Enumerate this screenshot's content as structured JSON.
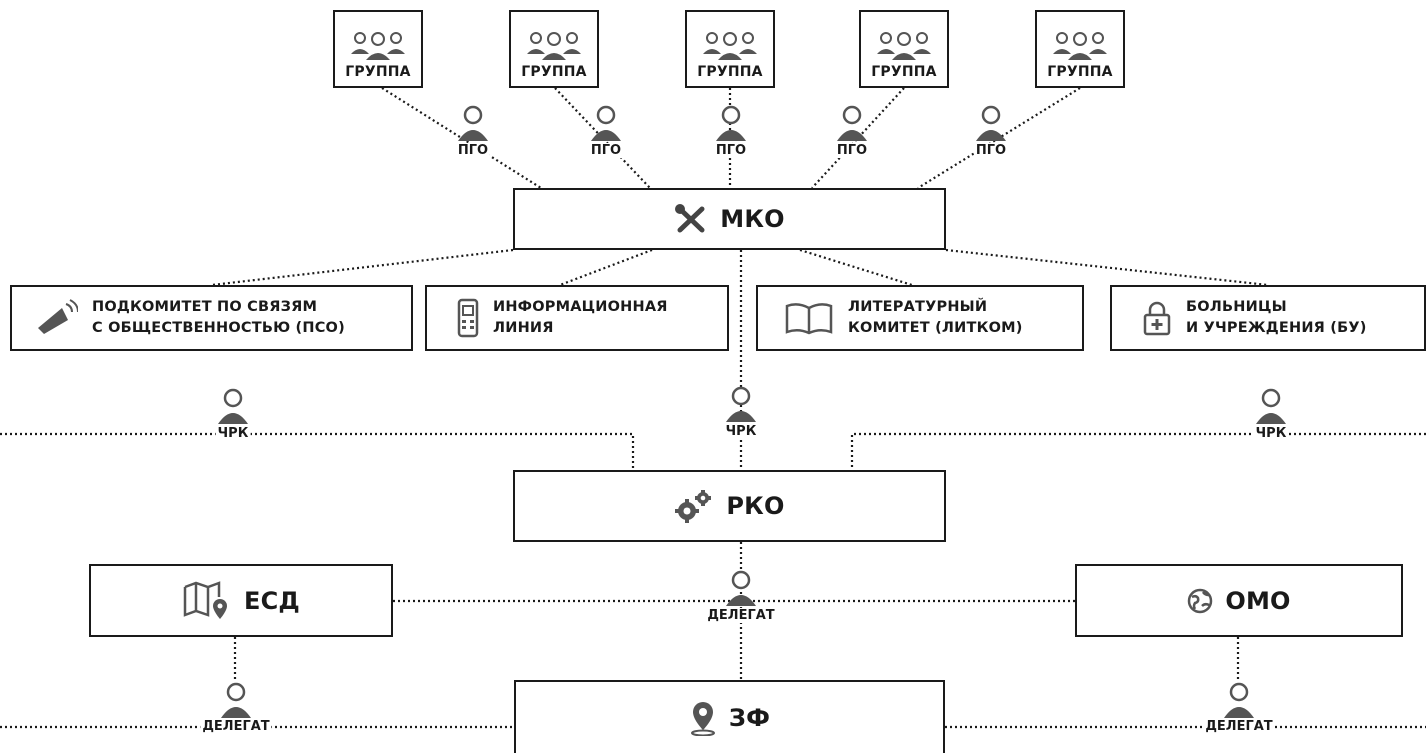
{
  "groups": [
    {
      "label": "ГРУППА",
      "icon": "group-icon"
    },
    {
      "label": "ГРУППА",
      "icon": "group-icon"
    },
    {
      "label": "ГРУППА",
      "icon": "group-icon"
    },
    {
      "label": "ГРУППА",
      "icon": "group-icon"
    },
    {
      "label": "ГРУППА",
      "icon": "group-icon"
    }
  ],
  "pgo": [
    "ПГО",
    "ПГО",
    "ПГО",
    "ПГО",
    "ПГО"
  ],
  "mko": {
    "label": "МКО",
    "icon": "tools-icon"
  },
  "subcommittees": [
    {
      "line1": "ПОДКОМИТЕТ ПО СВЯЗЯМ",
      "line2": "С ОБЩЕСТВЕННОСТЬЮ (ПСО)",
      "icon": "megaphone-icon"
    },
    {
      "line1": "ИНФОРМАЦИОННАЯ",
      "line2": "ЛИНИЯ",
      "icon": "phone-icon"
    },
    {
      "line1": "ЛИТЕРАТУРНЫЙ",
      "line2": "КОМИТЕТ (ЛИТКОМ)",
      "icon": "book-icon"
    },
    {
      "line1": "БОЛЬНИЦЫ",
      "line2": "И УЧРЕЖДЕНИЯ (БУ)",
      "icon": "medical-lock-icon"
    }
  ],
  "chrk": [
    "ЧРК",
    "ЧРК",
    "ЧРК"
  ],
  "rko": {
    "label": "РКО",
    "icon": "gears-icon"
  },
  "esd": {
    "label": "ЕСД",
    "icon": "map-icon"
  },
  "omo": {
    "label": "ОМО",
    "icon": "globe-icon"
  },
  "delegates": [
    "ДЕЛЕГАТ",
    "ДЕЛЕГАТ",
    "ДЕЛЕГАТ"
  ],
  "zf": {
    "label": "ЗФ",
    "icon": "location-pin-icon"
  },
  "colors": {
    "stroke": "#1a1a1a",
    "icon": "#555555"
  }
}
